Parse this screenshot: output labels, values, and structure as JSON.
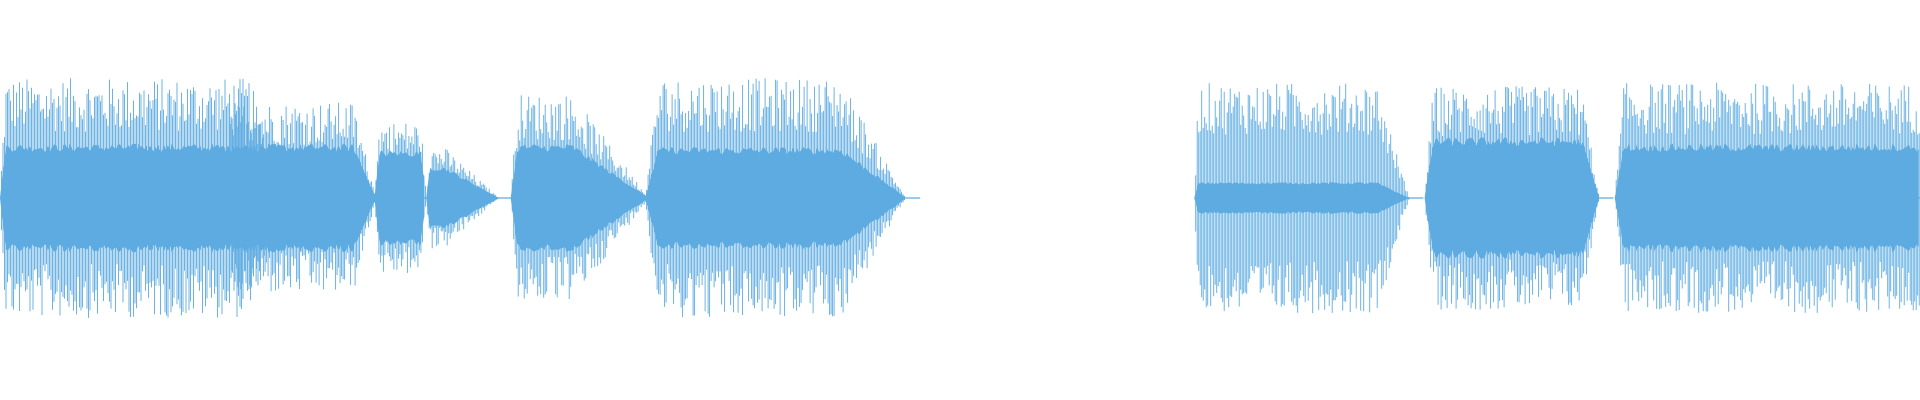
{
  "waveform": {
    "color": "#5dabe1",
    "background": "#ffffff",
    "channels": 1,
    "segments": [
      {
        "start": 0.0,
        "end": 0.145,
        "peak": 0.75,
        "core": 0.34,
        "attack": 0.02,
        "decay": 0.1
      },
      {
        "start": 0.07,
        "end": 0.115,
        "peak": 0.35,
        "core": 0.2,
        "attack": 0.05,
        "decay": 0.75
      },
      {
        "start": 0.117,
        "end": 0.196,
        "peak": 0.6,
        "core": 0.34,
        "attack": 0.05,
        "decay": 0.15
      },
      {
        "start": 0.195,
        "end": 0.222,
        "peak": 0.48,
        "core": 0.3,
        "attack": 0.1,
        "decay": 0.1
      },
      {
        "start": 0.222,
        "end": 0.26,
        "peak": 0.32,
        "core": 0.2,
        "attack": 0.05,
        "decay": 0.75
      },
      {
        "start": 0.266,
        "end": 0.338,
        "peak": 0.65,
        "core": 0.34,
        "attack": 0.05,
        "decay": 0.55
      },
      {
        "start": 0.336,
        "end": 0.472,
        "peak": 0.75,
        "core": 0.32,
        "attack": 0.05,
        "decay": 0.25
      },
      {
        "start": 0.622,
        "end": 0.734,
        "peak": 0.72,
        "core": 0.1,
        "attack": 0.02,
        "decay": 0.15
      },
      {
        "start": 0.742,
        "end": 0.833,
        "peak": 0.7,
        "core": 0.38,
        "attack": 0.05,
        "decay": 0.1
      },
      {
        "start": 0.841,
        "end": 1.0,
        "peak": 0.72,
        "core": 0.34,
        "attack": 0.03,
        "decay": 0.0
      }
    ]
  }
}
